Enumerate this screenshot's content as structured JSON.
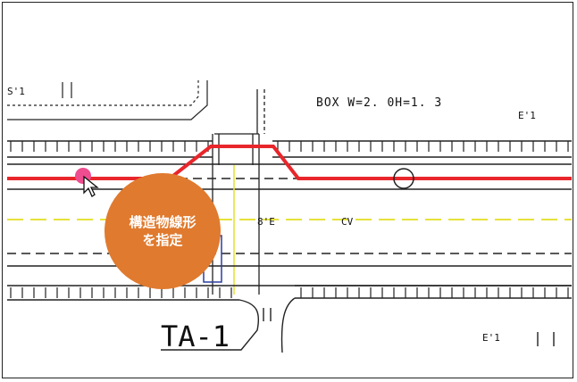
{
  "drawing": {
    "box_label": "BOX  W=2. 0H=1. 3",
    "abutment_label": "TA-1",
    "centerline_label": "CV",
    "mark_top_left": "S'1",
    "mark_top_right": "E'1",
    "mark_mid": "8'E",
    "mark_bottom_right": "E'1"
  },
  "callout": {
    "line1": "構造物線形",
    "line2": "を指定"
  },
  "colors": {
    "structure_line": "#e8262b",
    "centerline": "#e6e23a",
    "callout": "#e07a2e",
    "pointer": "#ee4d8f"
  }
}
